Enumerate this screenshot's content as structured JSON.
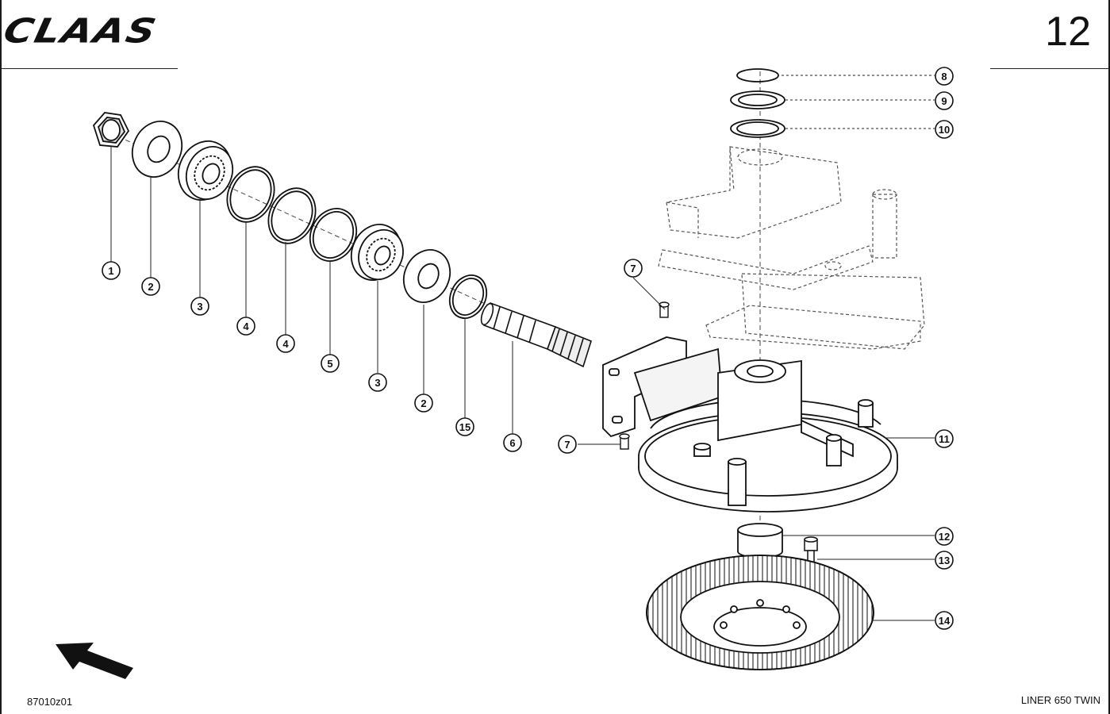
{
  "header": {
    "brand": "CLAAS",
    "page_number": "12"
  },
  "footer": {
    "drawing_code": "87010z01",
    "model": "LINER 650 TWIN"
  },
  "callouts": [
    {
      "label": "1",
      "part": "hex-nut"
    },
    {
      "label": "2",
      "part": "washer"
    },
    {
      "label": "3",
      "part": "ball-bearing"
    },
    {
      "label": "4",
      "part": "circlip"
    },
    {
      "label": "4",
      "part": "circlip"
    },
    {
      "label": "5",
      "part": "seal-ring"
    },
    {
      "label": "3",
      "part": "ball-bearing"
    },
    {
      "label": "2",
      "part": "washer"
    },
    {
      "label": "15",
      "part": "shim-ring"
    },
    {
      "label": "6",
      "part": "splined-pinion-shaft"
    },
    {
      "label": "7",
      "part": "grease-nipple"
    },
    {
      "label": "7",
      "part": "grease-nipple"
    },
    {
      "label": "8",
      "part": "snap-ring"
    },
    {
      "label": "9",
      "part": "shim-disc"
    },
    {
      "label": "10",
      "part": "seal-disc"
    },
    {
      "label": "11",
      "part": "gearbox-housing"
    },
    {
      "label": "12",
      "part": "bushing"
    },
    {
      "label": "13",
      "part": "cap-screw"
    },
    {
      "label": "14",
      "part": "bevel-ring-gear"
    }
  ],
  "icons": {
    "direction": "arrow-up-left-icon"
  },
  "colors": {
    "ink": "#111111",
    "paper": "#ffffff"
  }
}
